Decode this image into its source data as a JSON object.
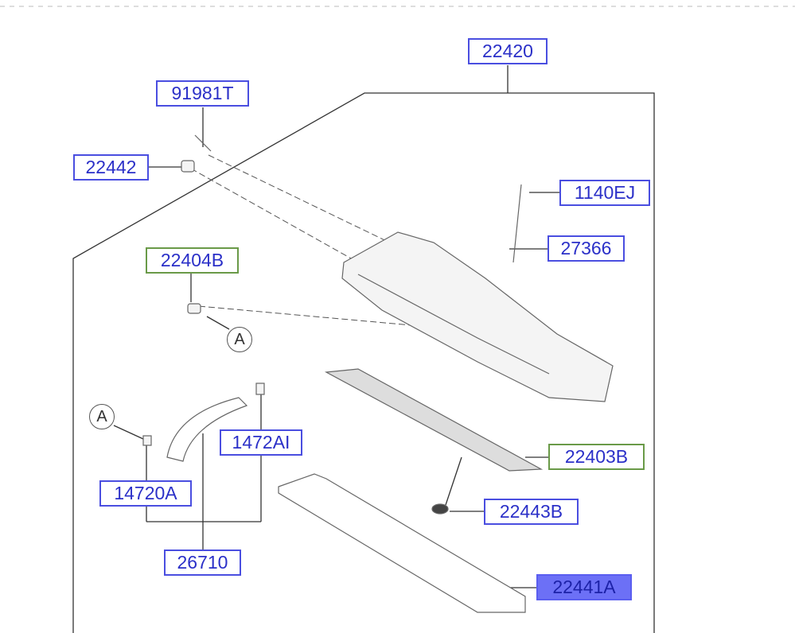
{
  "callouts": [
    {
      "part": "22420",
      "style": "blue"
    },
    {
      "part": "91981T",
      "style": "blue"
    },
    {
      "part": "22442",
      "style": "blue"
    },
    {
      "part": "1140EJ",
      "style": "blue"
    },
    {
      "part": "27366",
      "style": "blue"
    },
    {
      "part": "22404B",
      "style": "green"
    },
    {
      "part": "1472AI",
      "style": "blue"
    },
    {
      "part": "22403B",
      "style": "green"
    },
    {
      "part": "14720A",
      "style": "blue"
    },
    {
      "part": "22443B",
      "style": "blue"
    },
    {
      "part": "26710",
      "style": "blue"
    },
    {
      "part": "22441A",
      "style": "selected"
    }
  ],
  "reference_markers": [
    "A",
    "A"
  ],
  "colors": {
    "label_border": "#4a4ee0",
    "label_text": "#2b30c8",
    "green_border": "#6a9a48",
    "selected_fill": "#6c70f6"
  }
}
